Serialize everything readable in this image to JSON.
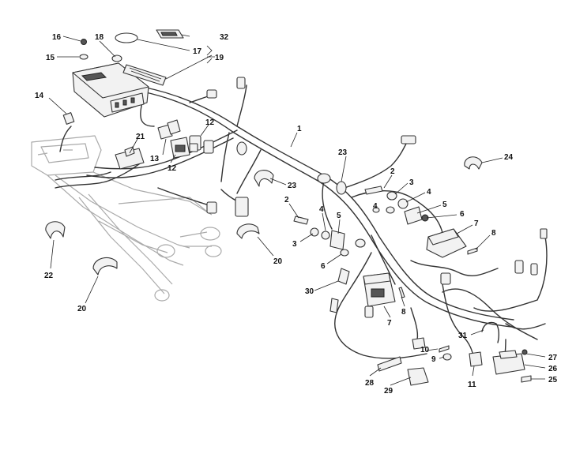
{
  "callouts": [
    {
      "key": "c1",
      "text": "1"
    },
    {
      "key": "c2a",
      "text": "2"
    },
    {
      "key": "c2b",
      "text": "2"
    },
    {
      "key": "c3a",
      "text": "3"
    },
    {
      "key": "c3b",
      "text": "3"
    },
    {
      "key": "c4a",
      "text": "4"
    },
    {
      "key": "c4b",
      "text": "4"
    },
    {
      "key": "c4c",
      "text": "4"
    },
    {
      "key": "c5a",
      "text": "5"
    },
    {
      "key": "c5b",
      "text": "5"
    },
    {
      "key": "c6a",
      "text": "6"
    },
    {
      "key": "c6b",
      "text": "6"
    },
    {
      "key": "c7a",
      "text": "7"
    },
    {
      "key": "c7b",
      "text": "7"
    },
    {
      "key": "c8a",
      "text": "8"
    },
    {
      "key": "c8b",
      "text": "8"
    },
    {
      "key": "c9",
      "text": "9"
    },
    {
      "key": "c10",
      "text": "10"
    },
    {
      "key": "c11",
      "text": "11"
    },
    {
      "key": "c12a",
      "text": "12"
    },
    {
      "key": "c12b",
      "text": "12"
    },
    {
      "key": "c13",
      "text": "13"
    },
    {
      "key": "c14",
      "text": "14"
    },
    {
      "key": "c15",
      "text": "15"
    },
    {
      "key": "c16",
      "text": "16"
    },
    {
      "key": "c17",
      "text": "17"
    },
    {
      "key": "c18",
      "text": "18"
    },
    {
      "key": "c19",
      "text": "19"
    },
    {
      "key": "c20a",
      "text": "20"
    },
    {
      "key": "c20b",
      "text": "20"
    },
    {
      "key": "c21",
      "text": "21"
    },
    {
      "key": "c22",
      "text": "22"
    },
    {
      "key": "c23a",
      "text": "23"
    },
    {
      "key": "c23b",
      "text": "23"
    },
    {
      "key": "c24",
      "text": "24"
    },
    {
      "key": "c25",
      "text": "25"
    },
    {
      "key": "c26",
      "text": "26"
    },
    {
      "key": "c27",
      "text": "27"
    },
    {
      "key": "c28",
      "text": "28"
    },
    {
      "key": "c29",
      "text": "29"
    },
    {
      "key": "c30",
      "text": "30"
    },
    {
      "key": "c31",
      "text": "31"
    },
    {
      "key": "c32",
      "text": "32"
    }
  ]
}
